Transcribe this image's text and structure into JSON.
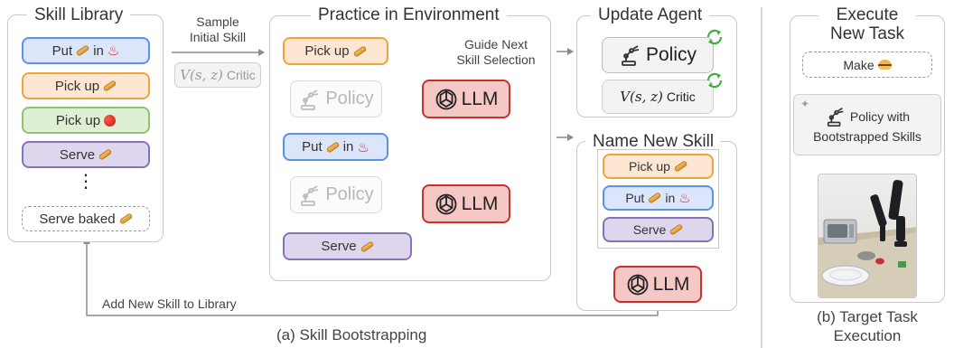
{
  "skill_library": {
    "title": "Skill Library",
    "items": [
      {
        "text": "Put",
        "middle": "in",
        "icons": [
          "baguette-icon",
          "heat-icon"
        ]
      },
      {
        "text": "Pick up",
        "icons": [
          "baguette-icon"
        ]
      },
      {
        "text": "Pick up",
        "icons": [
          "apple-icon"
        ]
      },
      {
        "text": "Serve",
        "icons": [
          "baguette-icon"
        ]
      }
    ],
    "ellipsis": "⋮",
    "new_item": {
      "text": "Serve baked",
      "icons": [
        "baguette-icon"
      ]
    }
  },
  "sample": {
    "label_line1": "Sample",
    "label_line2": "Initial Skill",
    "critic": {
      "symbol": "V(s, z)",
      "label": "Critic"
    }
  },
  "practice": {
    "title": "Practice in Environment",
    "guide_line1": "Guide Next",
    "guide_line2": "Skill Selection",
    "step1": "Pick up",
    "policy_label": "Policy",
    "llm_label": "LLM",
    "step2_left": "Put",
    "step2_middle": "in",
    "step3": "Serve"
  },
  "update_agent": {
    "title": "Update Agent",
    "policy_label": "Policy",
    "critic": {
      "symbol": "V(s, z)",
      "label": "Critic"
    }
  },
  "name_new_skill": {
    "title": "Name New Skill",
    "items": [
      {
        "text": "Pick up"
      },
      {
        "text": "Put",
        "middle": "in"
      },
      {
        "text": "Serve"
      }
    ],
    "llm_label": "LLM"
  },
  "bottom_arrow_label": "Add New Skill to Library",
  "captions": {
    "left": "(a) Skill Bootstrapping",
    "right_line1": "(b) Target Task",
    "right_line2": "Execution"
  },
  "execute": {
    "title_line1": "Execute",
    "title_line2": "New Task",
    "make_label": "Make",
    "policy_line1": "Policy with",
    "policy_line2": "Bootstrapped Skills"
  },
  "colors": {
    "blue": "#5b8ff0",
    "orange": "#f1a33a",
    "green": "#8fc276",
    "purple": "#8772ba",
    "llm_red": "#c7322c",
    "refresh_green": "#3fae3b"
  }
}
